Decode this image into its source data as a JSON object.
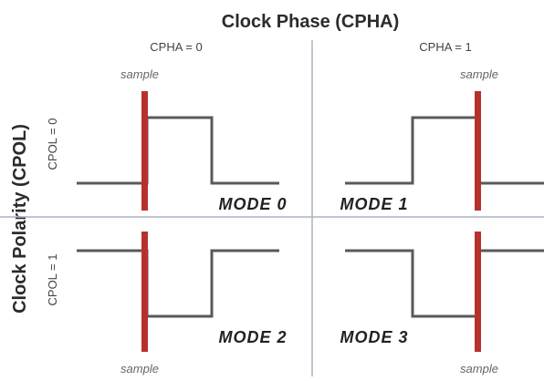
{
  "title": "Clock Phase (CPHA)",
  "vertical_title": "Clock Polarity (CPOL)",
  "columns": [
    {
      "label": "CPHA = 0"
    },
    {
      "label": "CPHA = 1"
    }
  ],
  "rows": [
    {
      "label": "CPOL = 0"
    },
    {
      "label": "CPOL = 1"
    }
  ],
  "sample_label": "sample",
  "modes": [
    {
      "label": "MODE 0",
      "cpol": 0,
      "cpha": 0
    },
    {
      "label": "MODE 1",
      "cpol": 0,
      "cpha": 1
    },
    {
      "label": "MODE 2",
      "cpol": 1,
      "cpha": 0
    },
    {
      "label": "MODE 3",
      "cpol": 1,
      "cpha": 1
    }
  ],
  "colors": {
    "signal": "#595959",
    "sample_bar": "#b7312c",
    "divider": "#a9b4c2"
  }
}
